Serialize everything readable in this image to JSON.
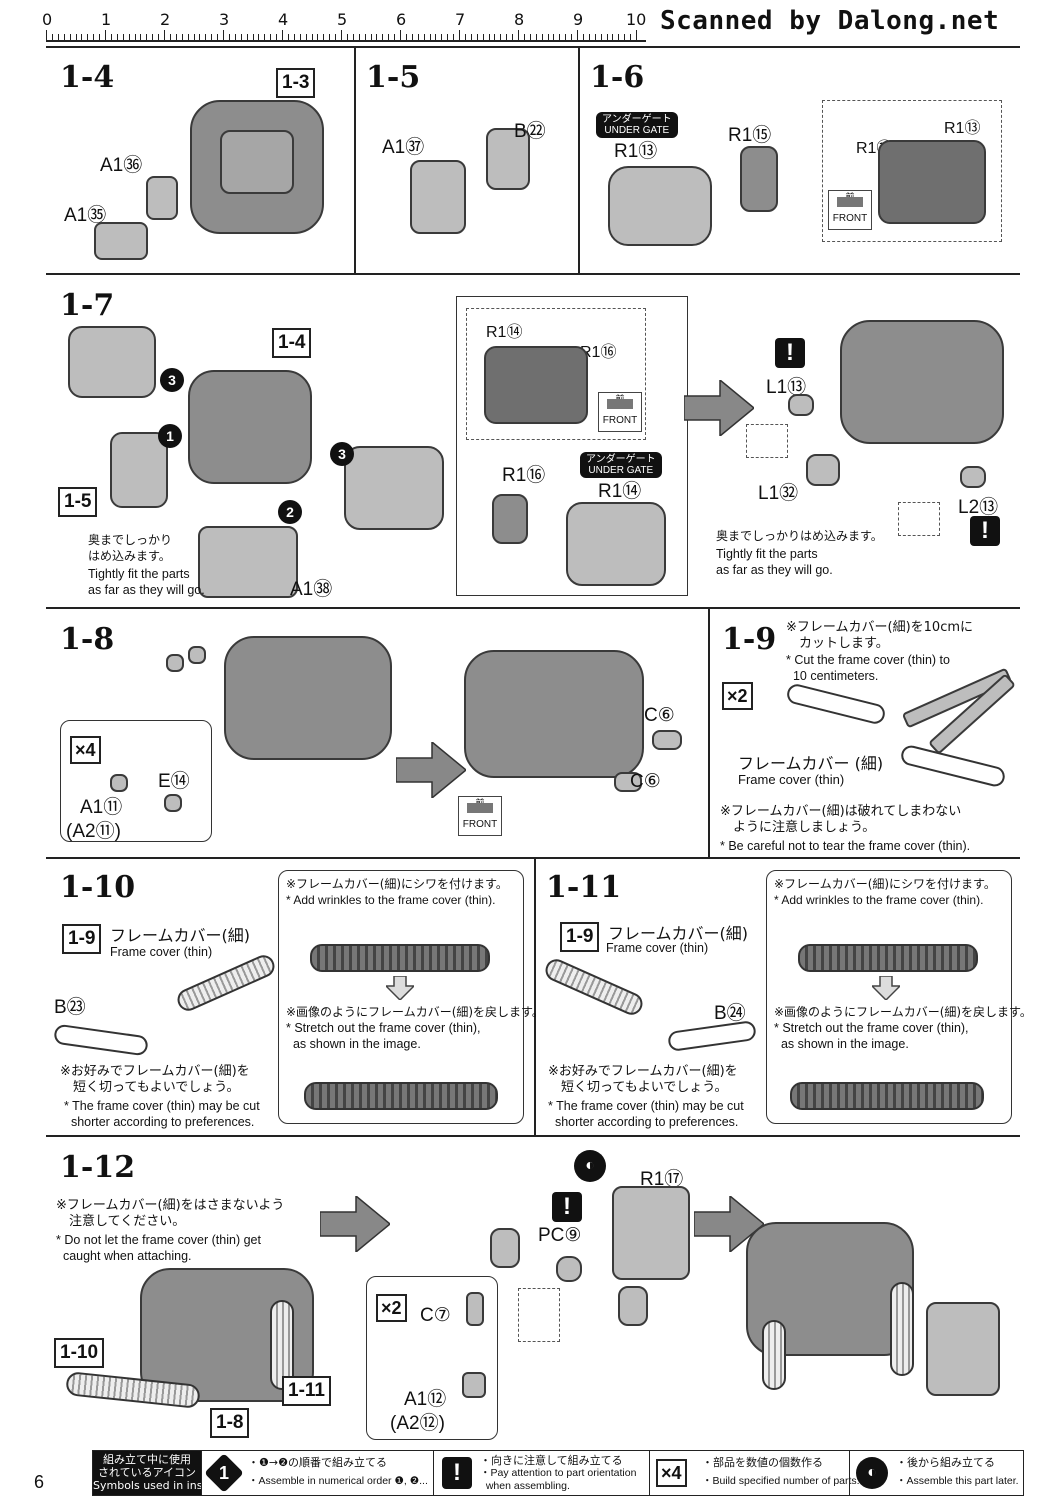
{
  "ruler": {
    "numbers": [
      "0",
      "1",
      "2",
      "3",
      "4",
      "5",
      "6",
      "7",
      "8",
      "9",
      "10"
    ]
  },
  "scan_credit": "Scanned by Dalong.net",
  "page_number": "6",
  "steps": {
    "s1_4": {
      "label": "1-4",
      "ref": "1-3",
      "parts": [
        "A1㊱",
        "A1㉟"
      ]
    },
    "s1_5": {
      "label": "1-5",
      "parts": [
        "A1㊲",
        "B㉒"
      ]
    },
    "s1_6": {
      "label": "1-6",
      "gate_jp": "アンダーゲート",
      "gate_en": "UNDER GATE",
      "parts": [
        "R1⑬",
        "R1⑮",
        "R1⑮",
        "R1⑬"
      ],
      "front_jp": "前",
      "front_en": "FRONT"
    },
    "s1_7": {
      "label": "1-7",
      "ref_top": "1-4",
      "ref_left": "1-5",
      "order": [
        "3",
        "1",
        "2",
        "3"
      ],
      "note_jp": "奥までしっかり\nはめ込みます。",
      "note_en": "Tightly fit the parts\nas far as they will go.",
      "part_a": "A1㊳",
      "inset_parts": [
        "R1⑭",
        "R1⑯",
        "R1⑯",
        "R1⑭"
      ],
      "gate_jp": "アンダーゲート",
      "gate_en": "UNDER GATE",
      "front_jp": "前",
      "front_en": "FRONT",
      "right_parts": [
        "L1⑬",
        "L1㉜",
        "L2⑬"
      ],
      "right_note_jp": "奥までしっかりはめ込みます。",
      "right_note_en": "Tightly fit the parts\nas far as they will go."
    },
    "s1_8": {
      "label": "1-8",
      "count": "×4",
      "parts": [
        "E⑭",
        "A1⑪",
        "(A2⑪)",
        "C⑥",
        "C⑥"
      ],
      "front_jp": "前",
      "front_en": "FRONT"
    },
    "s1_9": {
      "label": "1-9",
      "count": "×2",
      "note_jp": "※フレームカバー(細)を10cmに\n　カットします。",
      "note_en": "* Cut the frame cover (thin) to\n  10 centimeters.",
      "cover_jp": "フレームカバー (細)",
      "cover_en": "Frame cover (thin)",
      "warn_jp": "※フレームカバー(細)は破れてしまわない\n　ように注意しましょう。",
      "warn_en": "* Be careful not to tear the frame cover (thin)."
    },
    "s1_10": {
      "label": "1-10",
      "ref": "1-9",
      "cover_jp": "フレームカバー(細)",
      "cover_en": "Frame cover (thin)",
      "part": "B㉓",
      "note_jp": "※お好みでフレームカバー(細)を\n　短く切ってもよいでしょう。",
      "note_en": "* The frame cover (thin) may be cut\n  shorter according to preferences.",
      "inset_top_jp": "※フレームカバー(細)にシワを付けます。",
      "inset_top_en": "* Add wrinkles to the frame cover (thin).",
      "inset_bot_jp": "※画像のようにフレームカバー(細)を戻します。",
      "inset_bot_en": "* Stretch out the frame cover (thin),\n  as shown in the image."
    },
    "s1_11": {
      "label": "1-11",
      "ref": "1-9",
      "cover_jp": "フレームカバー(細)",
      "cover_en": "Frame cover (thin)",
      "part": "B㉔",
      "note_jp": "※お好みでフレームカバー(細)を\n　短く切ってもよいでしょう。",
      "note_en": "* The frame cover (thin) may be cut\n  shorter according to preferences.",
      "inset_top_jp": "※フレームカバー(細)にシワを付けます。",
      "inset_top_en": "* Add wrinkles to the frame cover (thin).",
      "inset_bot_jp": "※画像のようにフレームカバー(細)を戻します。",
      "inset_bot_en": "* Stretch out the frame cover (thin),\n  as shown in the image."
    },
    "s1_12": {
      "label": "1-12",
      "note_jp": "※フレームカバー(細)をはさまないよう\n　注意してください。",
      "note_en": "* Do not let the frame cover (thin) get\n  caught when attaching.",
      "refs": [
        "1-10",
        "1-11",
        "1-8"
      ],
      "count": "×2",
      "parts": [
        "PC⑨",
        "R1⑰",
        "C⑦",
        "A1⑫",
        "(A2⑫)"
      ]
    }
  },
  "legend": {
    "title": "組み立て中に使用\nされているアイコン\nSymbols used in instructions",
    "items": [
      {
        "icon": "1",
        "jp": "・❶→❷の順番で組み立てる",
        "en": "・Assemble in numerical order ❶, ❷..."
      },
      {
        "icon": "!",
        "jp": "・向きに注意して組み立てる",
        "en": "・Pay attention to part orientation\n  when assembling."
      },
      {
        "icon": "×4",
        "jp": "・部品を数値の個数作る",
        "en": "・Build specified number of parts."
      },
      {
        "icon": "◐",
        "jp": "・後から組み立てる",
        "en": "・Assemble this part later."
      }
    ]
  }
}
